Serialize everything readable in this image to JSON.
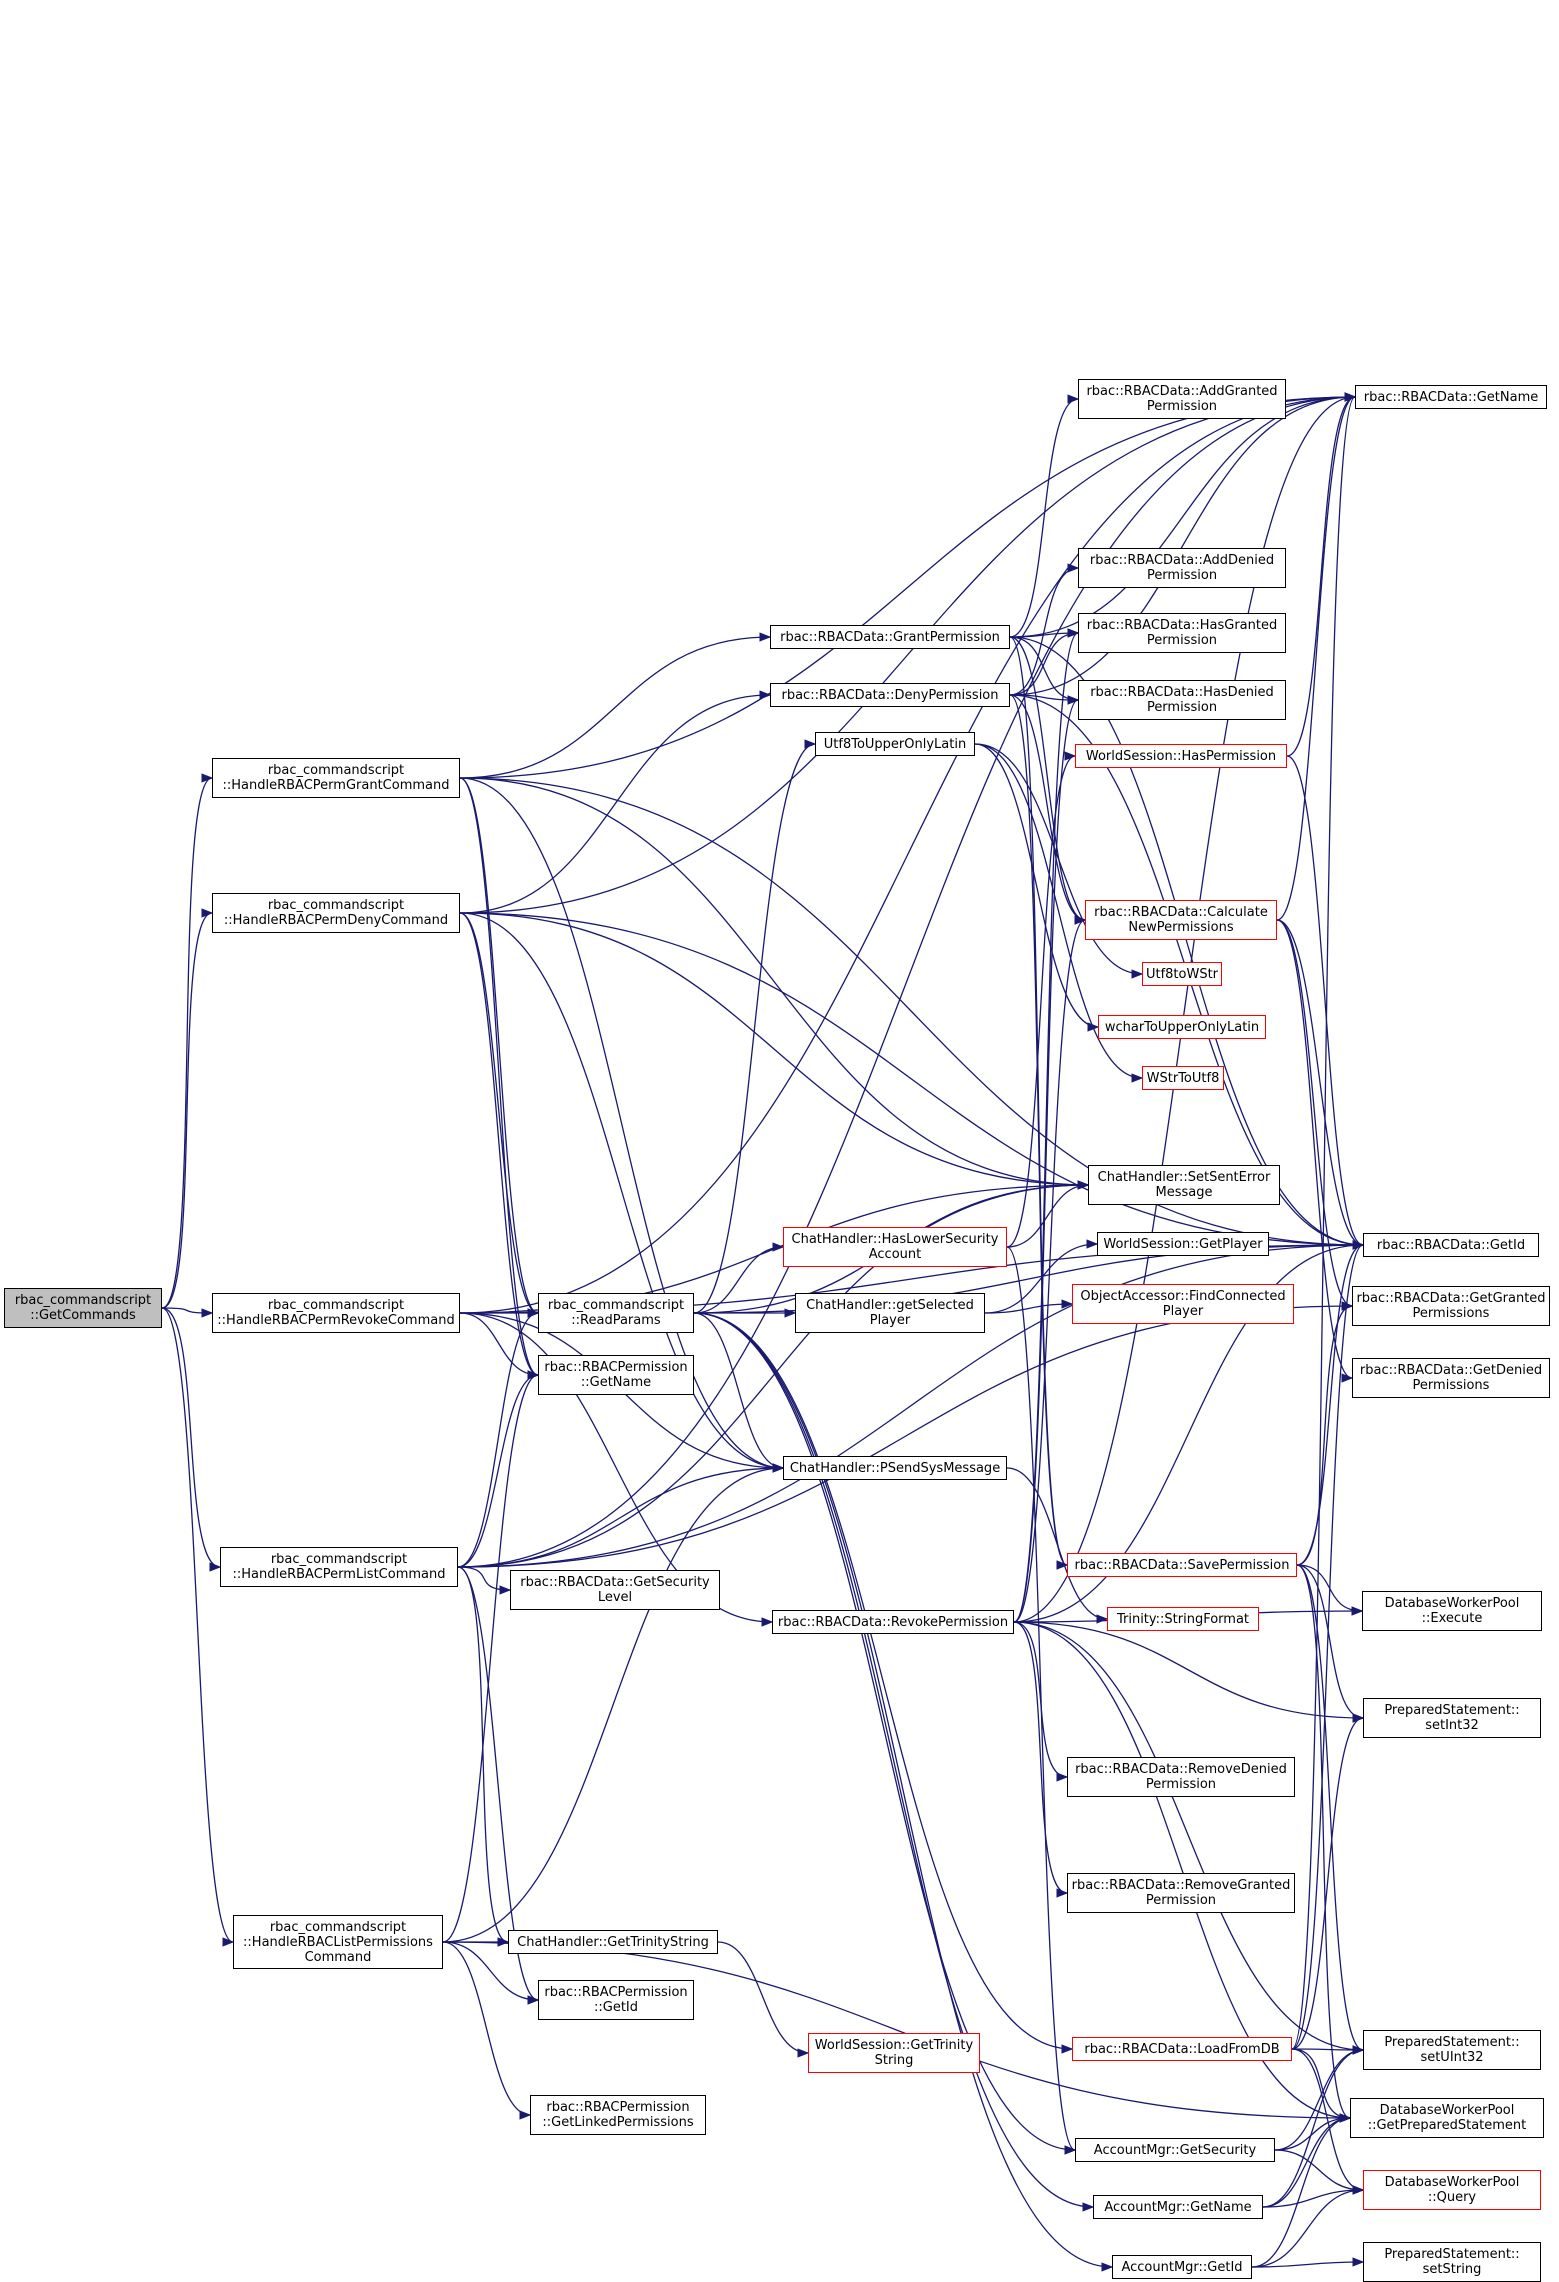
{
  "graph": {
    "edge_color": "#191970",
    "node_border": "#000000",
    "red_border": "#ff0000",
    "root_fill": "#bfbfbf",
    "nodes": [
      {
        "id": "root",
        "label": "rbac_commandscript\n::GetCommands",
        "style": "root"
      },
      {
        "id": "grant_cmd",
        "label": "rbac_commandscript\n::HandleRBACPermGrantCommand",
        "style": "normal"
      },
      {
        "id": "deny_cmd",
        "label": "rbac_commandscript\n::HandleRBACPermDenyCommand",
        "style": "normal"
      },
      {
        "id": "revoke_cmd",
        "label": "rbac_commandscript\n::HandleRBACPermRevokeCommand",
        "style": "normal"
      },
      {
        "id": "list_cmd",
        "label": "rbac_commandscript\n::HandleRBACPermListCommand",
        "style": "normal"
      },
      {
        "id": "listperm_cmd",
        "label": "rbac_commandscript\n::HandleRBACListPermissions\nCommand",
        "style": "normal"
      },
      {
        "id": "readparams",
        "label": "rbac_commandscript\n::ReadParams",
        "style": "normal"
      },
      {
        "id": "perm_getname",
        "label": "rbac::RBACPermission\n::GetName",
        "style": "normal"
      },
      {
        "id": "get_seclevel",
        "label": "rbac::RBACData::GetSecurity\nLevel",
        "style": "normal"
      },
      {
        "id": "get_trinity",
        "label": "ChatHandler::GetTrinityString",
        "style": "normal"
      },
      {
        "id": "perm_getid",
        "label": "rbac::RBACPermission\n::GetId",
        "style": "normal"
      },
      {
        "id": "linked",
        "label": "rbac::RBACPermission\n::GetLinkedPermissions",
        "style": "normal"
      },
      {
        "id": "grantperm",
        "label": "rbac::RBACData::GrantPermission",
        "style": "normal"
      },
      {
        "id": "denyperm",
        "label": "rbac::RBACData::DenyPermission",
        "style": "normal"
      },
      {
        "id": "utf8upper",
        "label": "Utf8ToUpperOnlyLatin",
        "style": "normal"
      },
      {
        "id": "haslower",
        "label": "ChatHandler::HasLowerSecurity\nAccount",
        "style": "red"
      },
      {
        "id": "getselected",
        "label": "ChatHandler::getSelected\nPlayer",
        "style": "normal"
      },
      {
        "id": "psend",
        "label": "ChatHandler::PSendSysMessage",
        "style": "normal"
      },
      {
        "id": "revokeperm",
        "label": "rbac::RBACData::RevokePermission",
        "style": "normal"
      },
      {
        "id": "ws_gettrinity",
        "label": "WorldSession::GetTrinity\nString",
        "style": "red"
      },
      {
        "id": "addgranted",
        "label": "rbac::RBACData::AddGranted\nPermission",
        "style": "normal"
      },
      {
        "id": "adddenied",
        "label": "rbac::RBACData::AddDenied\nPermission",
        "style": "normal"
      },
      {
        "id": "hasgranted",
        "label": "rbac::RBACData::HasGranted\nPermission",
        "style": "normal"
      },
      {
        "id": "hasdenied",
        "label": "rbac::RBACData::HasDenied\nPermission",
        "style": "normal"
      },
      {
        "id": "ws_hasperm",
        "label": "WorldSession::HasPermission",
        "style": "red"
      },
      {
        "id": "calcperm",
        "label": "rbac::RBACData::Calculate\nNewPermissions",
        "style": "red"
      },
      {
        "id": "utf8towstr",
        "label": "Utf8toWStr",
        "style": "red"
      },
      {
        "id": "wcharupper",
        "label": "wcharToUpperOnlyLatin",
        "style": "red"
      },
      {
        "id": "wstrtoutf8",
        "label": "WStrToUtf8",
        "style": "red"
      },
      {
        "id": "setsenterror",
        "label": "ChatHandler::SetSentError\nMessage",
        "style": "normal"
      },
      {
        "id": "ws_getplayer",
        "label": "WorldSession::GetPlayer",
        "style": "normal"
      },
      {
        "id": "findplayer",
        "label": "ObjectAccessor::FindConnected\nPlayer",
        "style": "red"
      },
      {
        "id": "saveperm",
        "label": "rbac::RBACData::SavePermission",
        "style": "red"
      },
      {
        "id": "strformat",
        "label": "Trinity::StringFormat",
        "style": "red"
      },
      {
        "id": "removedenied",
        "label": "rbac::RBACData::RemoveDenied\nPermission",
        "style": "normal"
      },
      {
        "id": "removegranted",
        "label": "rbac::RBACData::RemoveGranted\nPermission",
        "style": "normal"
      },
      {
        "id": "loadfromdb",
        "label": "rbac::RBACData::LoadFromDB",
        "style": "red"
      },
      {
        "id": "am_getsecurity",
        "label": "AccountMgr::GetSecurity",
        "style": "normal"
      },
      {
        "id": "am_getname",
        "label": "AccountMgr::GetName",
        "style": "normal"
      },
      {
        "id": "am_getid",
        "label": "AccountMgr::GetId",
        "style": "normal"
      },
      {
        "id": "data_getname",
        "label": "rbac::RBACData::GetName",
        "style": "normal"
      },
      {
        "id": "data_getid",
        "label": "rbac::RBACData::GetId",
        "style": "normal"
      },
      {
        "id": "getgranted",
        "label": "rbac::RBACData::GetGranted\nPermissions",
        "style": "normal"
      },
      {
        "id": "getdenied",
        "label": "rbac::RBACData::GetDenied\nPermissions",
        "style": "normal"
      },
      {
        "id": "dwp_execute",
        "label": "DatabaseWorkerPool\n::Execute",
        "style": "normal"
      },
      {
        "id": "ps_setint32",
        "label": "PreparedStatement::\nsetInt32",
        "style": "normal"
      },
      {
        "id": "ps_setuint32",
        "label": "PreparedStatement::\nsetUInt32",
        "style": "normal"
      },
      {
        "id": "dwp_getprepared",
        "label": "DatabaseWorkerPool\n::GetPreparedStatement",
        "style": "normal"
      },
      {
        "id": "dwp_query",
        "label": "DatabaseWorkerPool\n::Query",
        "style": "red"
      },
      {
        "id": "ps_setstring",
        "label": "PreparedStatement::\nsetString",
        "style": "normal"
      }
    ],
    "edges": [
      [
        "root",
        "grant_cmd"
      ],
      [
        "root",
        "deny_cmd"
      ],
      [
        "root",
        "revoke_cmd"
      ],
      [
        "root",
        "list_cmd"
      ],
      [
        "root",
        "listperm_cmd"
      ],
      [
        "grant_cmd",
        "data_getname"
      ],
      [
        "grant_cmd",
        "grantperm"
      ],
      [
        "grant_cmd",
        "readparams"
      ],
      [
        "grant_cmd",
        "perm_getname"
      ],
      [
        "grant_cmd",
        "psend"
      ],
      [
        "grant_cmd",
        "setsenterror"
      ],
      [
        "grant_cmd",
        "data_getid"
      ],
      [
        "deny_cmd",
        "data_getname"
      ],
      [
        "deny_cmd",
        "denyperm"
      ],
      [
        "deny_cmd",
        "readparams"
      ],
      [
        "deny_cmd",
        "perm_getname"
      ],
      [
        "deny_cmd",
        "psend"
      ],
      [
        "deny_cmd",
        "setsenterror"
      ],
      [
        "deny_cmd",
        "data_getid"
      ],
      [
        "revoke_cmd",
        "data_getname"
      ],
      [
        "revoke_cmd",
        "revokeperm"
      ],
      [
        "revoke_cmd",
        "readparams"
      ],
      [
        "revoke_cmd",
        "perm_getname"
      ],
      [
        "revoke_cmd",
        "psend"
      ],
      [
        "revoke_cmd",
        "setsenterror"
      ],
      [
        "revoke_cmd",
        "data_getid"
      ],
      [
        "list_cmd",
        "get_seclevel"
      ],
      [
        "list_cmd",
        "readparams"
      ],
      [
        "list_cmd",
        "perm_getname"
      ],
      [
        "list_cmd",
        "get_trinity"
      ],
      [
        "list_cmd",
        "perm_getid"
      ],
      [
        "list_cmd",
        "psend"
      ],
      [
        "list_cmd",
        "data_getname"
      ],
      [
        "list_cmd",
        "data_getid"
      ],
      [
        "list_cmd",
        "getgranted"
      ],
      [
        "list_cmd",
        "setsenterror"
      ],
      [
        "listperm_cmd",
        "get_trinity"
      ],
      [
        "listperm_cmd",
        "perm_getid"
      ],
      [
        "listperm_cmd",
        "linked"
      ],
      [
        "listperm_cmd",
        "perm_getname"
      ],
      [
        "listperm_cmd",
        "psend"
      ],
      [
        "listperm_cmd",
        "dwp_getprepared"
      ],
      [
        "readparams",
        "utf8upper"
      ],
      [
        "readparams",
        "haslower"
      ],
      [
        "readparams",
        "getselected"
      ],
      [
        "readparams",
        "psend"
      ],
      [
        "readparams",
        "setsenterror"
      ],
      [
        "readparams",
        "data_getid"
      ],
      [
        "readparams",
        "am_getsecurity"
      ],
      [
        "readparams",
        "am_getname"
      ],
      [
        "readparams",
        "am_getid"
      ],
      [
        "readparams",
        "loadfromdb"
      ],
      [
        "haslower",
        "setsenterror"
      ],
      [
        "haslower",
        "ws_hasperm"
      ],
      [
        "haslower",
        "am_getsecurity"
      ],
      [
        "getselected",
        "ws_getplayer"
      ],
      [
        "getselected",
        "findplayer"
      ],
      [
        "psend",
        "strformat"
      ],
      [
        "get_trinity",
        "ws_gettrinity"
      ],
      [
        "grantperm",
        "addgranted"
      ],
      [
        "grantperm",
        "hasgranted"
      ],
      [
        "grantperm",
        "hasdenied"
      ],
      [
        "grantperm",
        "calcperm"
      ],
      [
        "grantperm",
        "saveperm"
      ],
      [
        "grantperm",
        "data_getname"
      ],
      [
        "grantperm",
        "data_getid"
      ],
      [
        "denyperm",
        "adddenied"
      ],
      [
        "denyperm",
        "hasgranted"
      ],
      [
        "denyperm",
        "hasdenied"
      ],
      [
        "denyperm",
        "calcperm"
      ],
      [
        "denyperm",
        "saveperm"
      ],
      [
        "denyperm",
        "data_getname"
      ],
      [
        "denyperm",
        "data_getid"
      ],
      [
        "utf8upper",
        "utf8towstr"
      ],
      [
        "utf8upper",
        "wcharupper"
      ],
      [
        "utf8upper",
        "wstrtoutf8"
      ],
      [
        "revokeperm",
        "removedenied"
      ],
      [
        "revokeperm",
        "removegranted"
      ],
      [
        "revokeperm",
        "calcperm"
      ],
      [
        "revokeperm",
        "hasgranted"
      ],
      [
        "revokeperm",
        "hasdenied"
      ],
      [
        "revokeperm",
        "data_getname"
      ],
      [
        "revokeperm",
        "data_getid"
      ],
      [
        "revokeperm",
        "dwp_execute"
      ],
      [
        "revokeperm",
        "ps_setint32"
      ],
      [
        "revokeperm",
        "ps_setuint32"
      ],
      [
        "revokeperm",
        "dwp_getprepared"
      ],
      [
        "ws_hasperm",
        "data_getid"
      ],
      [
        "ws_hasperm",
        "data_getname"
      ],
      [
        "calcperm",
        "data_getid"
      ],
      [
        "calcperm",
        "data_getname"
      ],
      [
        "calcperm",
        "getgranted"
      ],
      [
        "calcperm",
        "getdenied"
      ],
      [
        "saveperm",
        "dwp_execute"
      ],
      [
        "saveperm",
        "ps_setint32"
      ],
      [
        "saveperm",
        "ps_setuint32"
      ],
      [
        "saveperm",
        "dwp_getprepared"
      ],
      [
        "saveperm",
        "data_getid"
      ],
      [
        "saveperm",
        "getgranted"
      ],
      [
        "loadfromdb",
        "ps_setuint32"
      ],
      [
        "loadfromdb",
        "ps_setint32"
      ],
      [
        "loadfromdb",
        "dwp_getprepared"
      ],
      [
        "loadfromdb",
        "dwp_query"
      ],
      [
        "loadfromdb",
        "data_getid"
      ],
      [
        "loadfromdb",
        "data_getname"
      ],
      [
        "am_getsecurity",
        "ps_setuint32"
      ],
      [
        "am_getsecurity",
        "dwp_getprepared"
      ],
      [
        "am_getsecurity",
        "dwp_query"
      ],
      [
        "am_getname",
        "ps_setuint32"
      ],
      [
        "am_getname",
        "dwp_getprepared"
      ],
      [
        "am_getname",
        "dwp_query"
      ],
      [
        "am_getid",
        "ps_setstring"
      ],
      [
        "am_getid",
        "dwp_getprepared"
      ],
      [
        "am_getid",
        "dwp_query"
      ]
    ]
  }
}
